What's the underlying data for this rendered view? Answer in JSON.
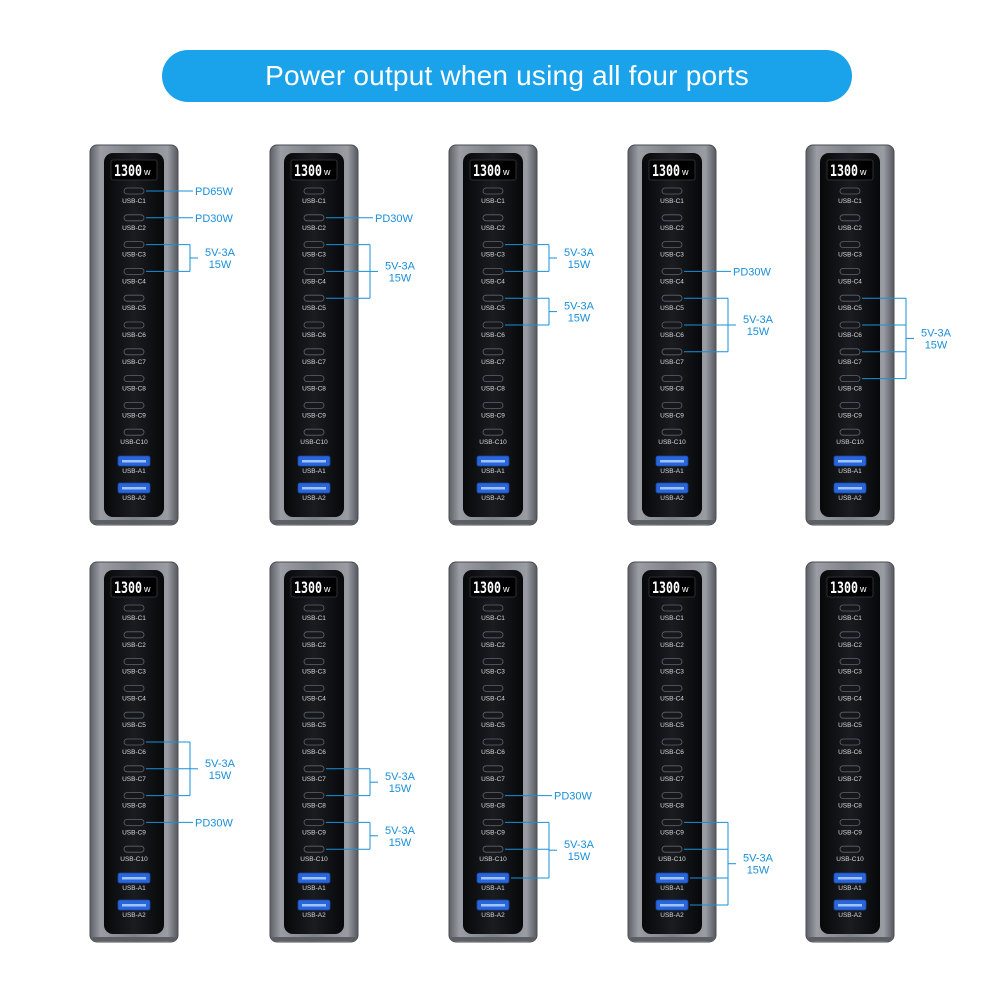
{
  "title": "Power output when using all four ports",
  "display_text": "1300",
  "display_unit": "w",
  "ports": [
    "USB-C1",
    "USB-C2",
    "USB-C3",
    "USB-C4",
    "USB-C5",
    "USB-C6",
    "USB-C7",
    "USB-C8",
    "USB-C9",
    "USB-C10",
    "USB-A1",
    "USB-A2"
  ],
  "colors": {
    "banner": "#1aa3ea",
    "annotation": "#1a8fd8",
    "body": "#7c7f85",
    "face": "#101216",
    "port_a": "#2a66d9"
  },
  "chargers": [
    {
      "annotations": [
        {
          "type": "single",
          "port": 0,
          "label": "PD65W"
        },
        {
          "type": "single",
          "port": 1,
          "label": "PD30W"
        },
        {
          "type": "group",
          "ports": [
            2,
            3
          ],
          "lines": [
            "5V-3A",
            "15W"
          ]
        }
      ]
    },
    {
      "annotations": [
        {
          "type": "single",
          "port": 1,
          "label": "PD30W"
        },
        {
          "type": "group",
          "ports": [
            2,
            3,
            4
          ],
          "lines": [
            "5V-3A",
            "15W"
          ]
        }
      ]
    },
    {
      "annotations": [
        {
          "type": "group",
          "ports": [
            2,
            3
          ],
          "lines": [
            "5V-3A",
            "15W"
          ]
        },
        {
          "type": "group",
          "ports": [
            4,
            5
          ],
          "lines": [
            "5V-3A",
            "15W"
          ]
        }
      ]
    },
    {
      "annotations": [
        {
          "type": "single",
          "port": 3,
          "label": "PD30W"
        },
        {
          "type": "group",
          "ports": [
            4,
            5,
            6
          ],
          "lines": [
            "5V-3A",
            "15W"
          ]
        }
      ]
    },
    {
      "annotations": [
        {
          "type": "group",
          "ports": [
            4,
            5,
            6,
            7
          ],
          "lines": [
            "5V-3A",
            "15W"
          ]
        }
      ]
    },
    {
      "annotations": [
        {
          "type": "group",
          "ports": [
            5,
            6,
            7
          ],
          "lines": [
            "5V-3A",
            "15W"
          ]
        },
        {
          "type": "single",
          "port": 8,
          "label": "PD30W"
        }
      ]
    },
    {
      "annotations": [
        {
          "type": "group",
          "ports": [
            6,
            7
          ],
          "lines": [
            "5V-3A",
            "15W"
          ]
        },
        {
          "type": "group",
          "ports": [
            8,
            9
          ],
          "lines": [
            "5V-3A",
            "15W"
          ]
        }
      ]
    },
    {
      "annotations": [
        {
          "type": "single",
          "port": 7,
          "label": "PD30W"
        },
        {
          "type": "group",
          "ports": [
            8,
            9,
            10
          ],
          "lines": [
            "5V-3A",
            "15W"
          ]
        }
      ]
    },
    {
      "annotations": [
        {
          "type": "group",
          "ports": [
            8,
            9,
            10,
            11
          ],
          "lines": [
            "5V-3A",
            "15W"
          ]
        }
      ]
    },
    {
      "annotations": []
    }
  ]
}
